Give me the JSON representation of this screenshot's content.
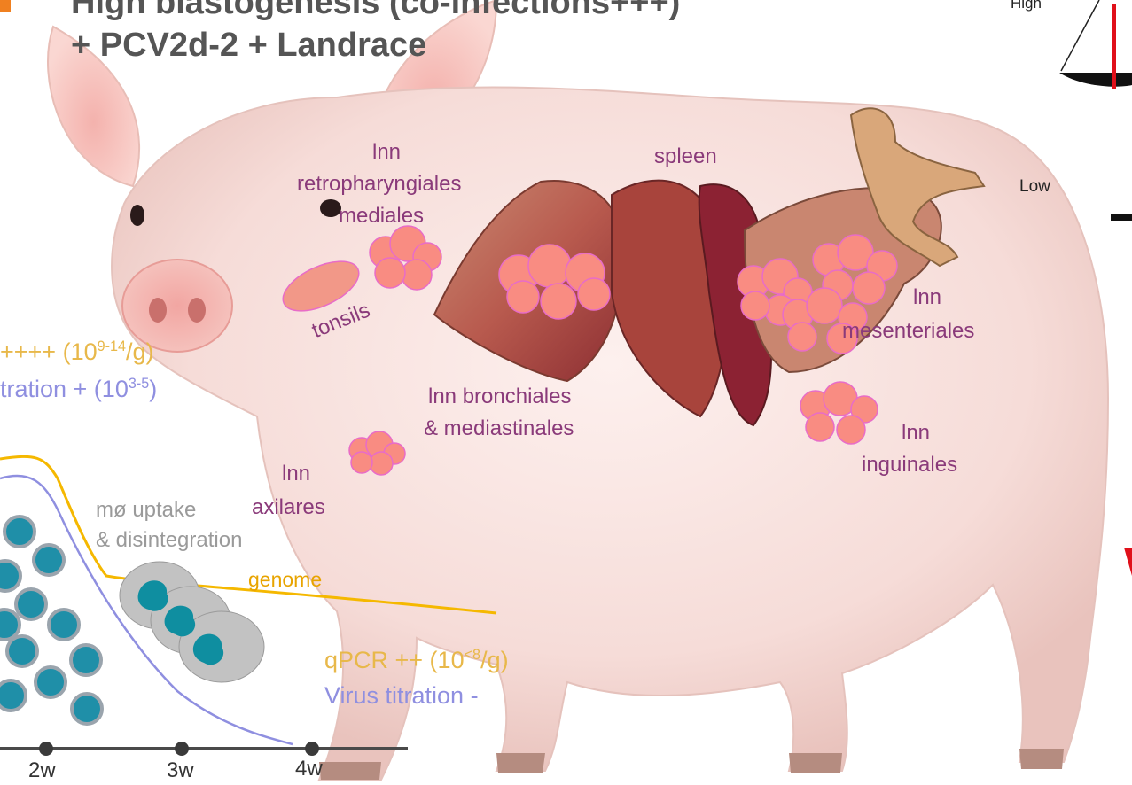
{
  "title": {
    "line1": "High blastogenesis (co-infections+++)",
    "line2": "+ PCV2d-2 + Landrace"
  },
  "scale": {
    "high_label": "High",
    "low_label": "Low"
  },
  "organ_labels": {
    "lnn_retro_1": "lnn",
    "lnn_retro_2": "retropharyngiales",
    "lnn_retro_3": "mediales",
    "spleen": "spleen",
    "tonsils": "tonsils",
    "lnn_mesent_1": "lnn",
    "lnn_mesent_2": "mesenteriales",
    "lnn_bronch_1": "lnn bronchiales",
    "lnn_bronch_2": "& mediastinales",
    "lnn_ingui_1": "lnn",
    "lnn_ingui_2": "inguinales",
    "lnn_axil_1": "lnn",
    "lnn_axil_2": "axilares"
  },
  "left_readouts": {
    "qpcr_high_prefix": "++++ (10",
    "qpcr_high_exp": "9-14",
    "qpcr_high_suffix": "/g)",
    "titration_high_prefix": "tration + (10",
    "titration_high_exp": "3-5",
    "titration_high_suffix": ")"
  },
  "uptake": {
    "line1": "mø uptake",
    "line2": "& disintegration",
    "genome_label": "genome"
  },
  "late_readouts": {
    "qpcr_low_prefix": "qPCR ++ (10",
    "qpcr_low_exp": "<8",
    "qpcr_low_suffix": "/g)",
    "titration_low": "Virus titration -"
  },
  "timeline": {
    "ticks": [
      "2w",
      "3w",
      "4w"
    ]
  },
  "colors": {
    "label_purple": "#8a3a7a",
    "qpcr_gold": "#e8b84a",
    "titration_lavender": "#8f8fe0",
    "genome_line": "#f5b800",
    "cell_teal": "#1f8fa8",
    "cloud_salmon": "#f98c82",
    "red_marker": "#e0101a"
  }
}
